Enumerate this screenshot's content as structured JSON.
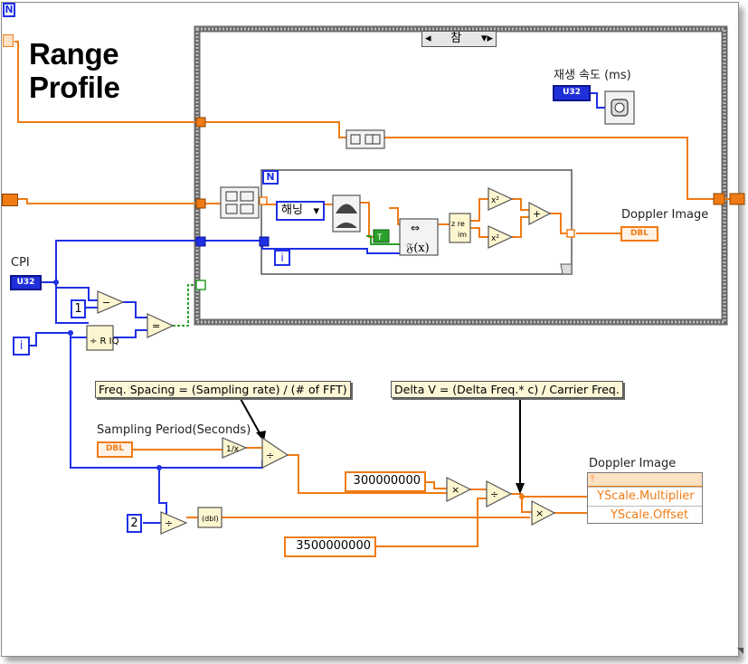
{
  "title": {
    "line1": "Range",
    "line2": "Profile"
  },
  "outer_loop": {
    "count_label": "N"
  },
  "inner_loop": {
    "count_label": "N",
    "index_label": "i"
  },
  "case_structure": {
    "selector_label": "참"
  },
  "playback_speed": {
    "label": "재생 속도 (ms)",
    "terminal": "U32"
  },
  "window_selector": {
    "value": "해닝"
  },
  "doppler_image_terminal": {
    "label": "Doppler Image",
    "terminal": "DBL"
  },
  "cpi": {
    "label": "CPI",
    "terminal": "U32"
  },
  "constants": {
    "one": "1",
    "two": "2",
    "speed_of_light": "300000000",
    "carrier_freq": "3500000000",
    "iteration": "i"
  },
  "sampling_period": {
    "label": "Sampling Period(Seconds)",
    "terminal": "DBL"
  },
  "comments": {
    "freq_spacing": "Freq. Spacing = (Sampling rate) / (# of FFT)",
    "delta_v": "Delta V = (Delta Freq.* c) / Carrier Freq."
  },
  "property_node": {
    "label": "Doppler Image",
    "properties": [
      "YScale.Multiplier",
      "YScale.Offset"
    ]
  },
  "colors": {
    "orange_wire": "#f07b14",
    "blue_wire": "#1f2fe6",
    "green_wire": "#2aa02a"
  }
}
